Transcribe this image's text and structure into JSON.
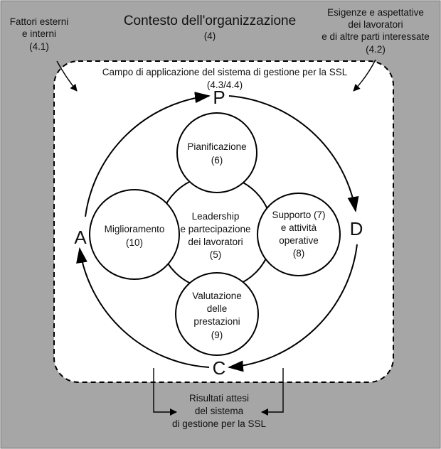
{
  "context": {
    "title": "Contesto dell'organizzazione",
    "ref": "(4)"
  },
  "external_factors": {
    "line1": "Fattori esterni",
    "line2": "e interni",
    "ref": "(4.1)"
  },
  "needs": {
    "line1": "Esigenze e aspettative",
    "line2": "dei lavoratori",
    "line3": "e di altre parti interessate",
    "ref": "(4.2)"
  },
  "scope": {
    "line1": "Campo di applicazione del sistema di gestione per la SSL",
    "ref": "(4.3/4.4)"
  },
  "pdca": {
    "p": "P",
    "d": "D",
    "c": "C",
    "a": "A"
  },
  "planning": {
    "line1": "Pianificazione",
    "ref": "(6)"
  },
  "support": {
    "line1": "Supporto (7)",
    "line2": "e attività",
    "line3": "operative",
    "ref": "(8)"
  },
  "evaluation": {
    "line1": "Valutazione",
    "line2": "delle",
    "line3": "prestazioni",
    "ref": "(9)"
  },
  "improvement": {
    "line1": "Miglioramento",
    "ref": "(10)"
  },
  "leadership": {
    "line1": "Leadership",
    "line2": "e partecipazione",
    "line3": "dei lavoratori",
    "ref": "(5)"
  },
  "results": {
    "line1": "Risultati attesi",
    "line2": "del sistema",
    "line3": "di gestione per la SSL"
  }
}
